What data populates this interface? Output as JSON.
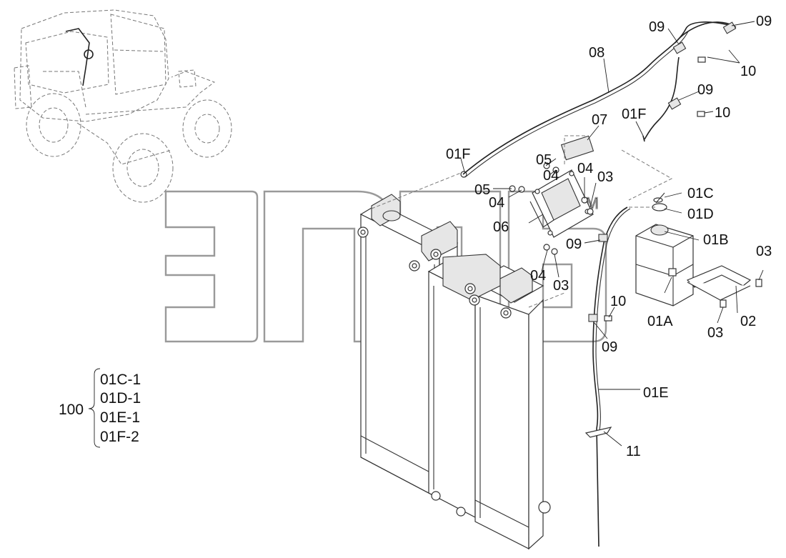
{
  "diagram": {
    "callouts": {
      "c09_top_right": "09",
      "c09_top": "09",
      "c10_top": "10",
      "c08": "08",
      "c09_mid": "09",
      "c10_mid": "10",
      "c07": "07",
      "c01F_right": "01F",
      "c01F_left": "01F",
      "c05_upper": "05",
      "c04_upper": "04",
      "c04_right": "04",
      "c03_right": "03",
      "c05_left": "05",
      "c04_left": "04",
      "c01C": "01C",
      "c01D": "01D",
      "c06": "06",
      "c09_hose": "09",
      "c01B": "01B",
      "c03_far_right": "03",
      "c04_lower": "04",
      "c03_lower": "03",
      "c10_low": "10",
      "c01A": "01A",
      "c02": "02",
      "c03_bracket": "03",
      "c09_low": "09",
      "c01E": "01E",
      "c11": "11"
    },
    "kit": {
      "number": "100",
      "items": [
        "01C-1",
        "01D-1",
        "01E-1",
        "01F-2"
      ]
    },
    "watermark": "TM"
  }
}
